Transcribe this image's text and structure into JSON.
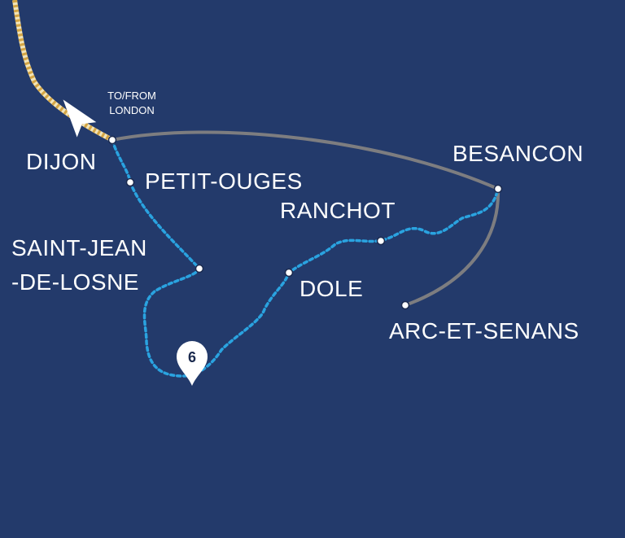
{
  "colors": {
    "background": "#233a6b",
    "rail_route": "#7d7d80",
    "cycle_route": "#2aa3e0",
    "london_rail": "#d4a544",
    "stop_fill": "#ffffff",
    "stop_stroke": "#1b2a4e"
  },
  "transfer": {
    "line1": "TO/FROM",
    "line2": "LONDON",
    "icon": "airplane-icon"
  },
  "places": {
    "dijon": "DIJON",
    "petit_ouges": "PETIT-OUGES",
    "saint_jean_line1": "SAINT-JEAN",
    "saint_jean_line2": "-DE-LOSNE",
    "dole": "DOLE",
    "ranchot": "RANCHOT",
    "besancon": "BESANCON",
    "arc_et_senans": "ARC-ET-SENANS"
  },
  "marker": {
    "number": "6",
    "icon": "map-pin-icon"
  }
}
